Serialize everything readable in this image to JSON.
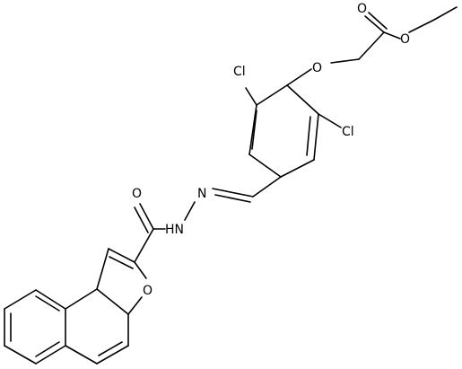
{
  "molecule": {
    "atoms": {
      "o_carbonyl_ester": "O",
      "o_ether_ester": "O",
      "o_aryl_ether": "O",
      "cl_left": "Cl",
      "cl_right": "Cl",
      "n_imine": "N",
      "n_hydrazide": "HN",
      "o_amide": "O",
      "o_furan": "O"
    }
  }
}
